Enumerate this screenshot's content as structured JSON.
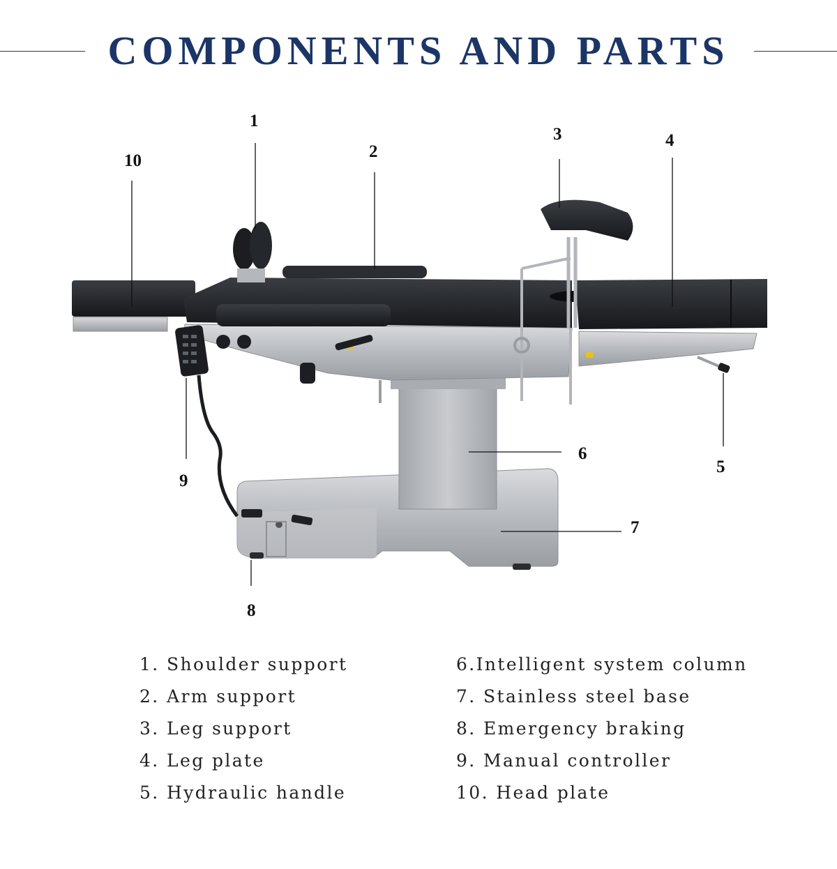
{
  "title": "COMPONENTS AND PARTS",
  "colors": {
    "title": "#1b3567",
    "rule": "#1f3a64",
    "pad": "#1a1c20",
    "steel": "#b9bcc0"
  },
  "callouts": {
    "c1": "1",
    "c2": "2",
    "c3": "3",
    "c4": "4",
    "c5": "5",
    "c6": "6",
    "c7": "7",
    "c8": "8",
    "c9": "9",
    "c10": "10"
  },
  "legend": {
    "left": [
      "1. Shoulder support",
      "2. Arm support",
      "3. Leg support",
      "4. Leg plate",
      "5. Hydraulic handle"
    ],
    "right": [
      "6.Intelligent system column",
      "7. Stainless steel base",
      "8. Emergency braking",
      "9. Manual controller",
      "10. Head plate"
    ]
  }
}
